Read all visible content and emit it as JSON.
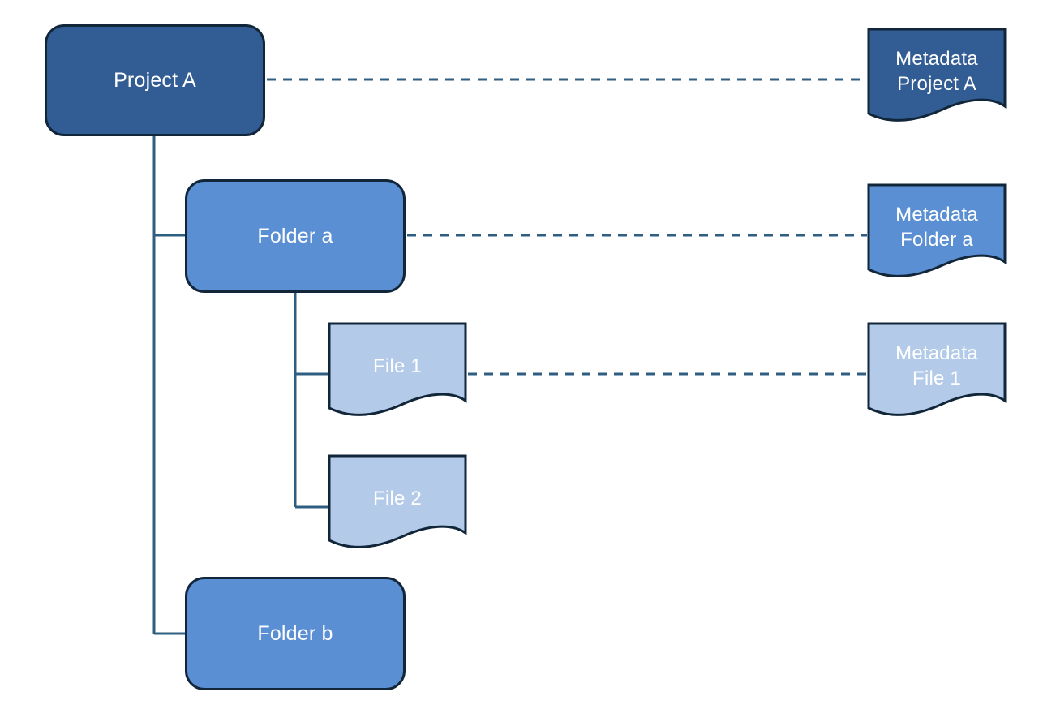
{
  "diagram": {
    "nodes": {
      "project_a": {
        "label": "Project A",
        "shape": "rounded-rect",
        "tone": "dark"
      },
      "folder_a": {
        "label": "Folder a",
        "shape": "rounded-rect",
        "tone": "medium"
      },
      "folder_b": {
        "label": "Folder b",
        "shape": "rounded-rect",
        "tone": "medium"
      },
      "file_1": {
        "label": "File 1",
        "shape": "document",
        "tone": "light"
      },
      "file_2": {
        "label": "File 2",
        "shape": "document",
        "tone": "light"
      },
      "meta_project_a": {
        "line1": "Metadata",
        "line2": "Project A",
        "shape": "document",
        "tone": "dark"
      },
      "meta_folder_a": {
        "line1": "Metadata",
        "line2": "Folder a",
        "shape": "document",
        "tone": "medium"
      },
      "meta_file_1": {
        "line1": "Metadata",
        "line2": "File 1",
        "shape": "document",
        "tone": "light"
      }
    },
    "connections": [
      {
        "from": "Project A",
        "to": "Folder a",
        "style": "solid"
      },
      {
        "from": "Project A",
        "to": "Folder b",
        "style": "solid"
      },
      {
        "from": "Folder a",
        "to": "File 1",
        "style": "solid"
      },
      {
        "from": "Folder a",
        "to": "File 2",
        "style": "solid"
      },
      {
        "from": "Project A",
        "to": "Metadata Project A",
        "style": "dashed"
      },
      {
        "from": "Folder a",
        "to": "Metadata Folder a",
        "style": "dashed"
      },
      {
        "from": "File 1",
        "to": "Metadata File 1",
        "style": "dashed"
      }
    ],
    "colors": {
      "dark_blue": "#315C94",
      "medium_blue": "#5B8FD3",
      "light_blue": "#B3CBE9",
      "outline": "#12263A",
      "connector": "#2F5F80",
      "label_text": "#FFFFFF",
      "background": "#FFFFFF"
    }
  }
}
